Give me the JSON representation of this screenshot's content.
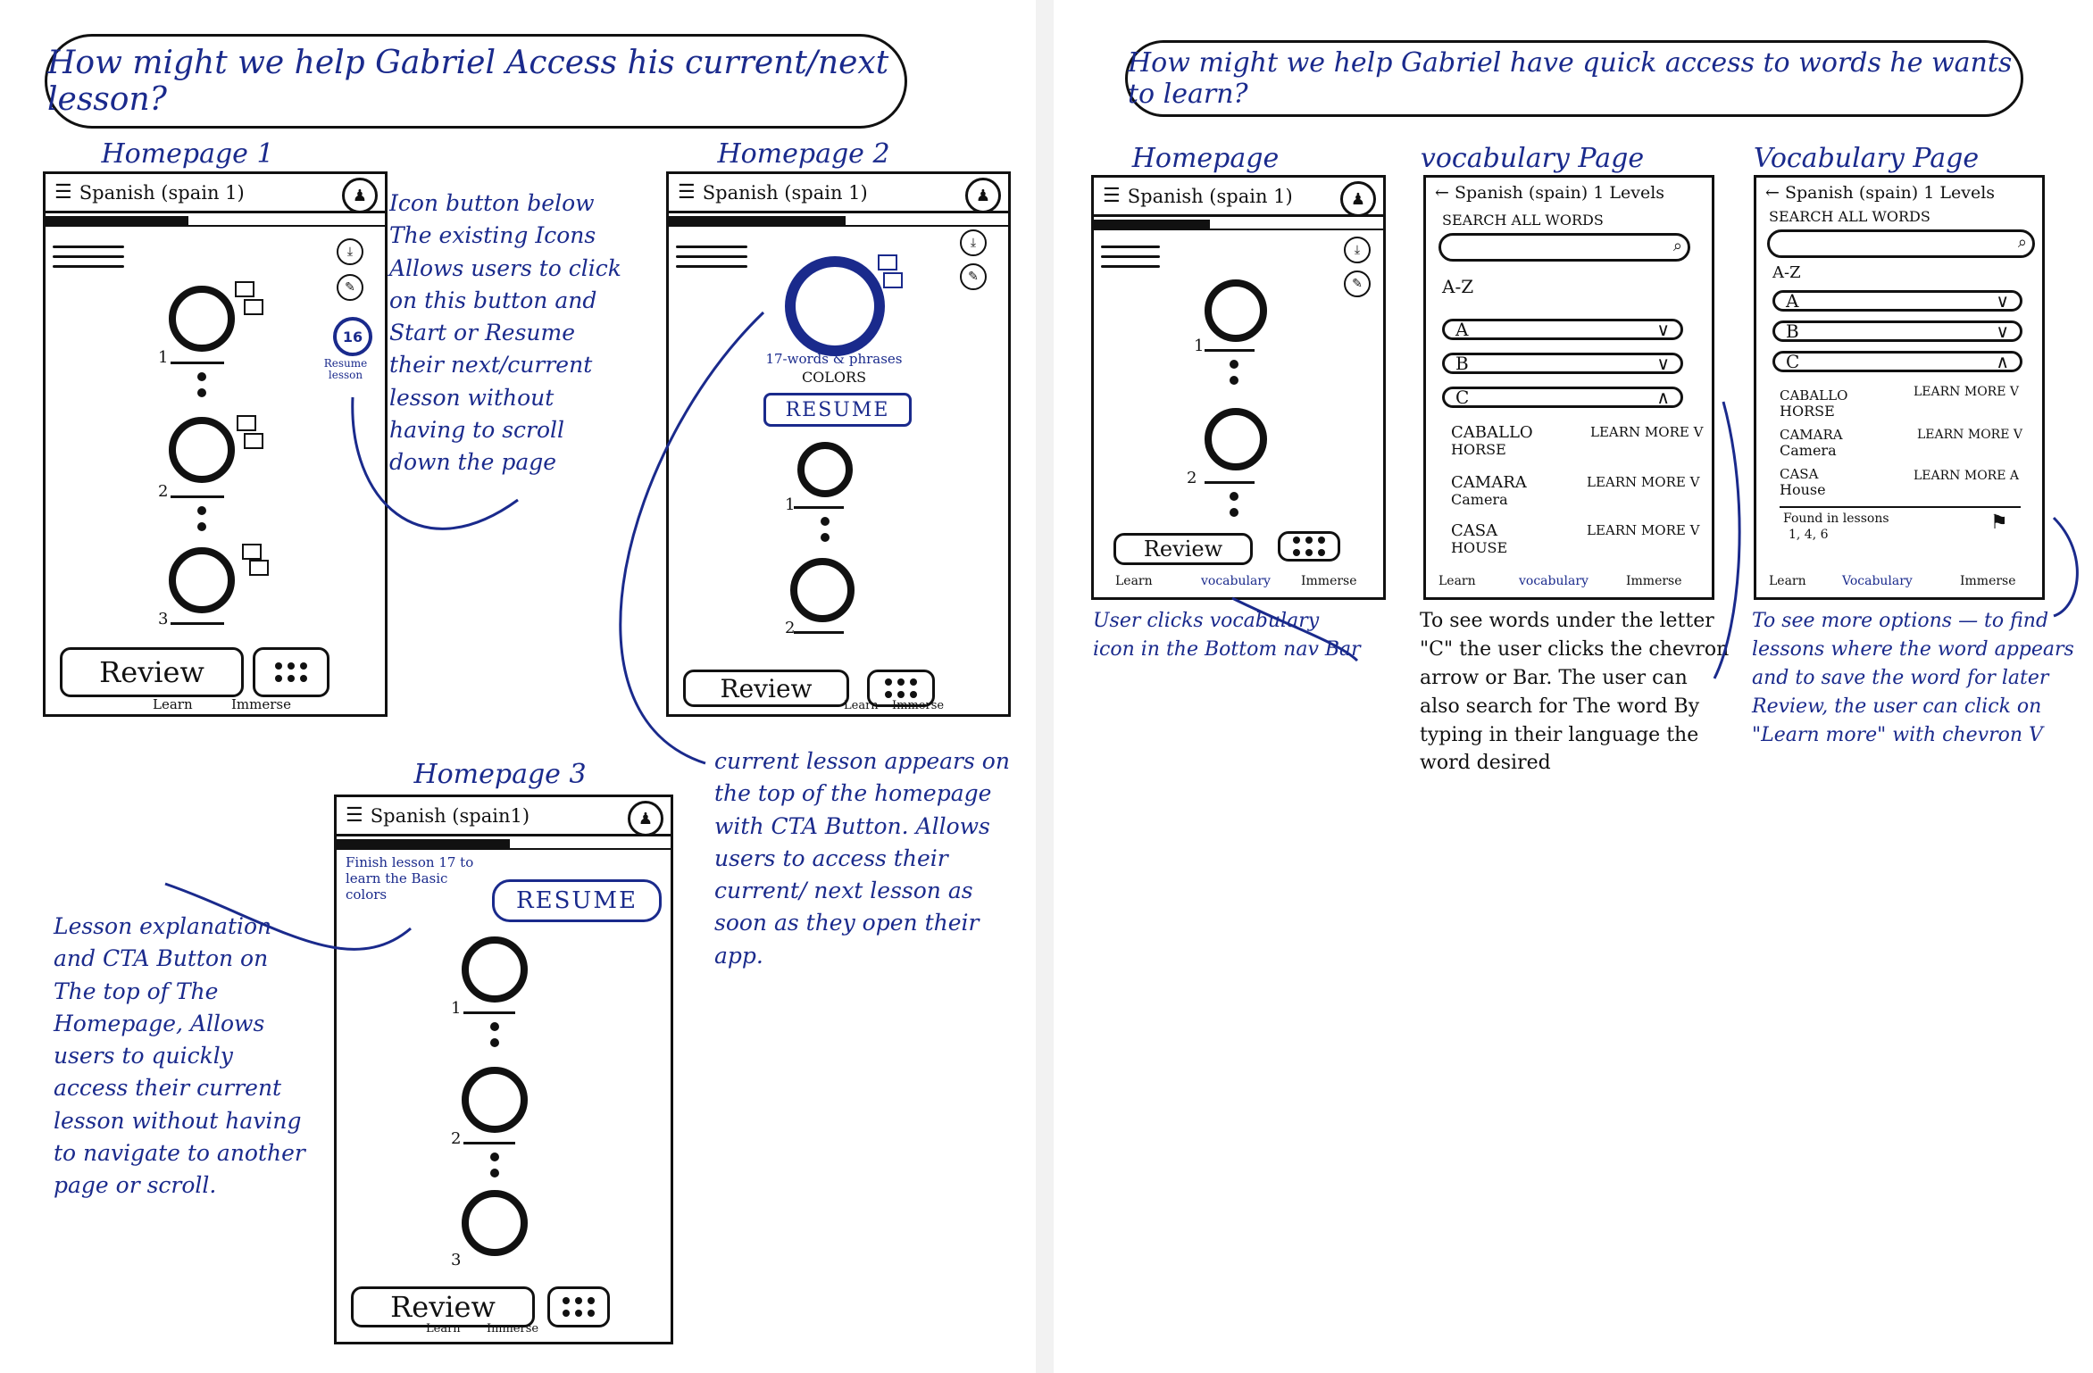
{
  "left": {
    "question": "How might we help Gabriel Access his current/next lesson?",
    "header_title": "Spanish (spain 1)",
    "header_title_3": "Spanish (spain1)",
    "homepage1": {
      "title": "Homepage 1",
      "lesson_numbers": [
        "1",
        "2",
        "3"
      ],
      "resume_count": "16",
      "resume_label": "Resume lesson",
      "review_label": "Review",
      "nav": [
        "Learn",
        "Immerse"
      ]
    },
    "homepage2": {
      "title": "Homepage 2",
      "lesson_caption": "17-words & phrases",
      "lesson_topic": "COLORS",
      "resume_button": "RESUME",
      "lesson_numbers": [
        "1",
        "2"
      ],
      "review_label": "Review",
      "nav": [
        "Learn",
        "Immerse"
      ]
    },
    "homepage3": {
      "title": "Homepage 3",
      "explanation": "Finish lesson 17 to learn the Basic colors",
      "resume_button": "RESUME",
      "lesson_numbers": [
        "1",
        "2",
        "3"
      ],
      "review_label": "Review",
      "nav": [
        "Learn",
        "Immerse"
      ]
    },
    "note_homepage1": "Icon button below The existing Icons Allows users to click on this button and Start or Resume their next/current lesson without having to scroll down the page",
    "note_homepage2": "current lesson appears on the top of the homepage with CTA Button. Allows users to access their current/ next lesson as soon as they open their app.",
    "note_homepage3": "Lesson explanation and CTA Button on The top of The Homepage, Allows users to quickly access their current lesson without having to navigate to another page or scroll."
  },
  "right": {
    "question": "How might we help Gabriel have quick access to words he wants to learn?",
    "homepage": {
      "title": "Homepage",
      "header_title": "Spanish (spain 1)",
      "lesson_numbers": [
        "1",
        "2"
      ],
      "review_label": "Review",
      "nav": [
        "Learn",
        "vocabulary",
        "Immerse"
      ]
    },
    "vocab1": {
      "title": "vocabulary Page",
      "header_title": "Spanish (spain) 1 Levels",
      "search_label": "SEARCH ALL WORDS",
      "az_label": "A-Z",
      "letters": [
        "A",
        "B",
        "C"
      ],
      "words": [
        {
          "es": "CABALLO",
          "en": "HORSE",
          "link": "LEARN MORE V"
        },
        {
          "es": "CAMARA",
          "en": "Camera",
          "link": "LEARN MORE V"
        },
        {
          "es": "CASA",
          "en": "HOUSE",
          "link": "LEARN MORE V"
        }
      ],
      "nav": [
        "Learn",
        "vocabulary",
        "Immerse"
      ]
    },
    "vocab2": {
      "title": "Vocabulary Page",
      "header_title": "Spanish (spain) 1 Levels",
      "search_label": "SEARCH ALL WORDS",
      "az_label": "A-Z",
      "letters": [
        "A",
        "B",
        "C"
      ],
      "words": [
        {
          "es": "CABALLO",
          "en": "HORSE",
          "link": "LEARN MORE V"
        },
        {
          "es": "CAMARA",
          "en": "Camera",
          "link": "LEARN MORE V"
        },
        {
          "es": "CASA",
          "en": "House",
          "link": "LEARN MORE A"
        }
      ],
      "found_label": "Found in lessons",
      "found_values": "1, 4, 6",
      "nav": [
        "Learn",
        "Vocabulary",
        "Immerse"
      ]
    },
    "note_homepage": "User clicks vocabulary icon in the Bottom nav Bar",
    "note_vocab1": "To see words under the letter \"C\" the user clicks the chevron arrow or Bar. The user can also search for The word By typing in their language the word desired",
    "note_vocab2": "To see more options — to find lessons where the word appears and to save the word for later Review, the user can click on \"Learn more\" with chevron V"
  }
}
